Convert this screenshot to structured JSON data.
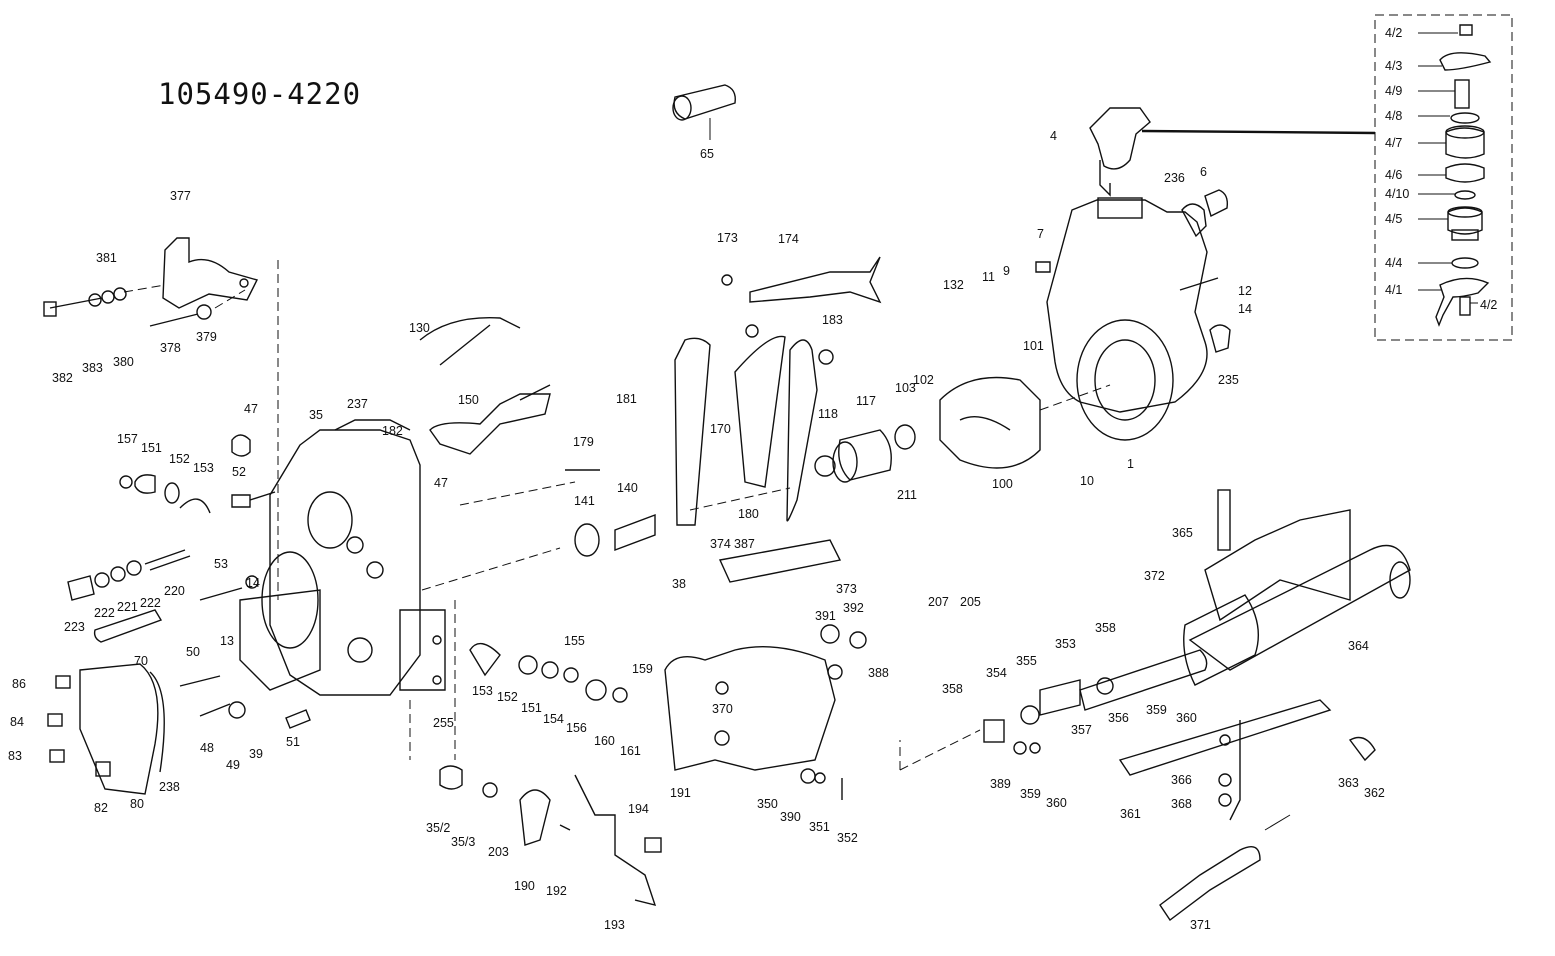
{
  "title": "105490-4220",
  "parts": [
    {
      "id": "p4_2a",
      "label": "4/2"
    },
    {
      "id": "p4_3",
      "label": "4/3"
    },
    {
      "id": "p4_9",
      "label": "4/9"
    },
    {
      "id": "p4_8",
      "label": "4/8"
    },
    {
      "id": "p4_7",
      "label": "4/7"
    },
    {
      "id": "p4_6",
      "label": "4/6"
    },
    {
      "id": "p4_10",
      "label": "4/10"
    },
    {
      "id": "p4_5",
      "label": "4/5"
    },
    {
      "id": "p4_4",
      "label": "4/4"
    },
    {
      "id": "p4_1",
      "label": "4/1"
    },
    {
      "id": "p4_2b",
      "label": "4/2"
    },
    {
      "id": "p4",
      "label": "4"
    },
    {
      "id": "p65",
      "label": "65"
    },
    {
      "id": "p377",
      "label": "377"
    },
    {
      "id": "p381",
      "label": "381"
    },
    {
      "id": "p378",
      "label": "378"
    },
    {
      "id": "p379",
      "label": "379"
    },
    {
      "id": "p382",
      "label": "382"
    },
    {
      "id": "p383",
      "label": "383"
    },
    {
      "id": "p380",
      "label": "380"
    },
    {
      "id": "p173",
      "label": "173"
    },
    {
      "id": "p174",
      "label": "174"
    },
    {
      "id": "p236",
      "label": "236"
    },
    {
      "id": "p6",
      "label": "6"
    },
    {
      "id": "p7",
      "label": "7"
    },
    {
      "id": "p11",
      "label": "11"
    },
    {
      "id": "p9",
      "label": "9"
    },
    {
      "id": "p132",
      "label": "132"
    },
    {
      "id": "p12",
      "label": "12"
    },
    {
      "id": "p14a",
      "label": "14"
    },
    {
      "id": "p130",
      "label": "130"
    },
    {
      "id": "p183",
      "label": "183"
    },
    {
      "id": "p101",
      "label": "101"
    },
    {
      "id": "p235",
      "label": "235"
    },
    {
      "id": "p181",
      "label": "181"
    },
    {
      "id": "p102",
      "label": "102"
    },
    {
      "id": "p103",
      "label": "103"
    },
    {
      "id": "p117",
      "label": "117"
    },
    {
      "id": "p150",
      "label": "150"
    },
    {
      "id": "p118",
      "label": "118"
    },
    {
      "id": "p170",
      "label": "170"
    },
    {
      "id": "p47a",
      "label": "47"
    },
    {
      "id": "p237",
      "label": "237"
    },
    {
      "id": "p35",
      "label": "35"
    },
    {
      "id": "p182",
      "label": "182"
    },
    {
      "id": "p157",
      "label": "157"
    },
    {
      "id": "p151a",
      "label": "151"
    },
    {
      "id": "p152a",
      "label": "152"
    },
    {
      "id": "p153a",
      "label": "153"
    },
    {
      "id": "p179",
      "label": "179"
    },
    {
      "id": "p100",
      "label": "100"
    },
    {
      "id": "p10",
      "label": "10"
    },
    {
      "id": "p1",
      "label": "1"
    },
    {
      "id": "p52",
      "label": "52"
    },
    {
      "id": "p47b",
      "label": "47"
    },
    {
      "id": "p140",
      "label": "140"
    },
    {
      "id": "p141",
      "label": "141"
    },
    {
      "id": "p180",
      "label": "180"
    },
    {
      "id": "p211",
      "label": "211"
    },
    {
      "id": "p365",
      "label": "365"
    },
    {
      "id": "p374",
      "label": "374"
    },
    {
      "id": "p387",
      "label": "387"
    },
    {
      "id": "p38",
      "label": "38"
    },
    {
      "id": "p373",
      "label": "373"
    },
    {
      "id": "p372",
      "label": "372"
    },
    {
      "id": "p207",
      "label": "207"
    },
    {
      "id": "p205",
      "label": "205"
    },
    {
      "id": "p220",
      "label": "220"
    },
    {
      "id": "p222a",
      "label": "222"
    },
    {
      "id": "p221",
      "label": "221"
    },
    {
      "id": "p222b",
      "label": "222"
    },
    {
      "id": "p223",
      "label": "223"
    },
    {
      "id": "p53",
      "label": "53"
    },
    {
      "id": "p14b",
      "label": "14"
    },
    {
      "id": "p391",
      "label": "391"
    },
    {
      "id": "p392",
      "label": "392"
    },
    {
      "id": "p364",
      "label": "364"
    },
    {
      "id": "p70",
      "label": "70"
    },
    {
      "id": "p155",
      "label": "155"
    },
    {
      "id": "p358a",
      "label": "358"
    },
    {
      "id": "p353",
      "label": "353"
    },
    {
      "id": "p13",
      "label": "13"
    },
    {
      "id": "p50",
      "label": "50"
    },
    {
      "id": "p159",
      "label": "159"
    },
    {
      "id": "p388",
      "label": "388"
    },
    {
      "id": "p86",
      "label": "86"
    },
    {
      "id": "p358b",
      "label": "358"
    },
    {
      "id": "p354",
      "label": "354"
    },
    {
      "id": "p355",
      "label": "355"
    },
    {
      "id": "p153b",
      "label": "153"
    },
    {
      "id": "p152b",
      "label": "152"
    },
    {
      "id": "p151b",
      "label": "151"
    },
    {
      "id": "p154",
      "label": "154"
    },
    {
      "id": "p156",
      "label": "156"
    },
    {
      "id": "p160",
      "label": "160"
    },
    {
      "id": "p161",
      "label": "161"
    },
    {
      "id": "p255",
      "label": "255"
    },
    {
      "id": "p357",
      "label": "357"
    },
    {
      "id": "p356",
      "label": "356"
    },
    {
      "id": "p359a",
      "label": "359"
    },
    {
      "id": "p360a",
      "label": "360"
    },
    {
      "id": "p84",
      "label": "84"
    },
    {
      "id": "p48",
      "label": "48"
    },
    {
      "id": "p49",
      "label": "49"
    },
    {
      "id": "p39",
      "label": "39"
    },
    {
      "id": "p51",
      "label": "51"
    },
    {
      "id": "p370",
      "label": "370"
    },
    {
      "id": "p83",
      "label": "83"
    },
    {
      "id": "p238",
      "label": "238"
    },
    {
      "id": "p191",
      "label": "191"
    },
    {
      "id": "p389",
      "label": "389"
    },
    {
      "id": "p359b",
      "label": "359"
    },
    {
      "id": "p363",
      "label": "363"
    },
    {
      "id": "p362",
      "label": "362"
    },
    {
      "id": "p366",
      "label": "366"
    },
    {
      "id": "p82",
      "label": "82"
    },
    {
      "id": "p80",
      "label": "80"
    },
    {
      "id": "p350",
      "label": "350"
    },
    {
      "id": "p390",
      "label": "390"
    },
    {
      "id": "p360b",
      "label": "360"
    },
    {
      "id": "p368",
      "label": "368"
    },
    {
      "id": "p361",
      "label": "361"
    },
    {
      "id": "p194",
      "label": "194"
    },
    {
      "id": "p35_2",
      "label": "35/2"
    },
    {
      "id": "p35_3",
      "label": "35/3"
    },
    {
      "id": "p203",
      "label": "203"
    },
    {
      "id": "p351",
      "label": "351"
    },
    {
      "id": "p352",
      "label": "352"
    },
    {
      "id": "p190",
      "label": "190"
    },
    {
      "id": "p192",
      "label": "192"
    },
    {
      "id": "p193",
      "label": "193"
    },
    {
      "id": "p371",
      "label": "371"
    }
  ]
}
